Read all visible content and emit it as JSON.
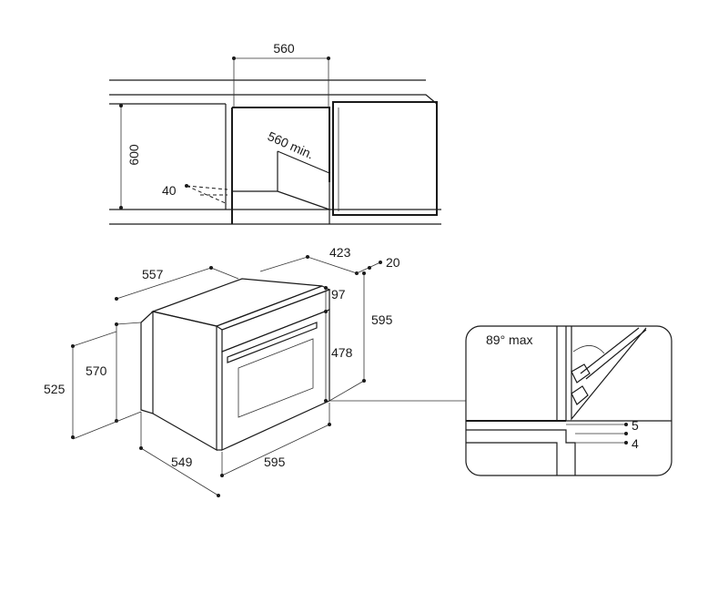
{
  "top_view": {
    "opening_width": "560",
    "cabinet_height": "600",
    "min_depth": "560 min.",
    "vent_gap": "40"
  },
  "oven_view": {
    "total_depth": "557",
    "body_depth": "549",
    "front_width": "595",
    "side_height": "570",
    "body_height": "525",
    "door_depth": "423",
    "panel_thickness": "20",
    "top_gap": "97",
    "door_height": "478",
    "overall_height": "595"
  },
  "detail_view": {
    "hinge_angle": "89° max",
    "gap_5": "5",
    "gap_4": "4"
  }
}
